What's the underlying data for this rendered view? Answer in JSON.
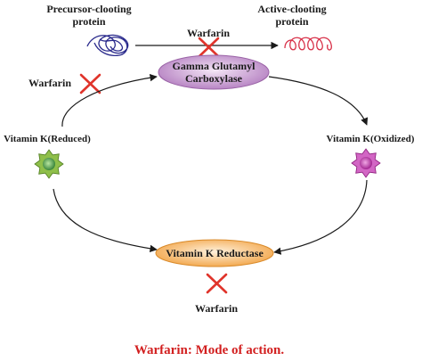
{
  "labels": {
    "precursor_line1": "Precursor-clooting",
    "precursor_line2": "protein",
    "active_line1": "Active-clooting",
    "active_line2": "protein",
    "warfarin_top": "Warfarin",
    "warfarin_left": "Warfarin",
    "warfarin_bottom": "Warfarin",
    "gamma_line1": "Gamma Glutamyl",
    "gamma_line2": "Carboxylase",
    "vitk_reduced": "Vitamin K(Reduced)",
    "vitk_oxidized": "Vitamin K(Oxidized)",
    "reductase": "Vitamin K Reductase"
  },
  "caption": "Warfarin: Mode of action.",
  "colors": {
    "ellipse": "#c79ad0",
    "reductase_fill": "#f6b25c",
    "cross": "#e0342b",
    "caption": "#d21f1f",
    "reduced_star": "#2e8b3a",
    "oxidized_star": "#b0209a",
    "precursor_scribble": "#2a2a8c",
    "active_coil": "#d8324a"
  }
}
